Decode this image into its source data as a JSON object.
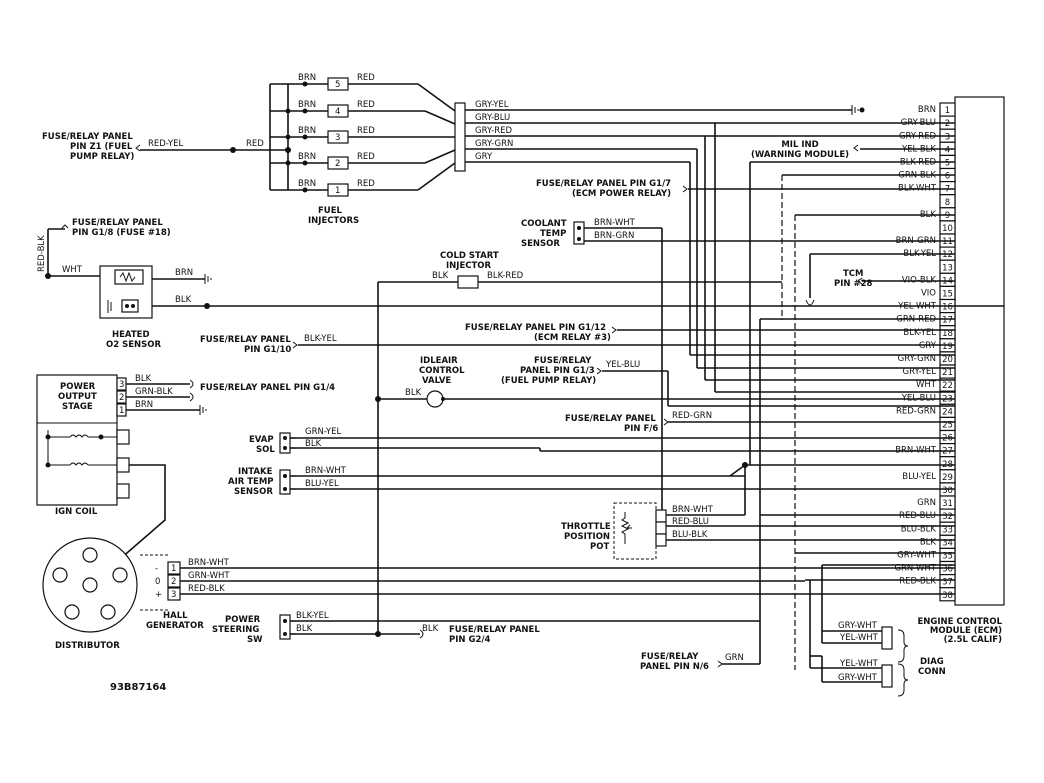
{
  "figure_id": "93B87164",
  "ecm": {
    "title": [
      "ENGINE CONTROL",
      "MODULE (ECM)",
      "(2.5L CALIF)"
    ],
    "pins": [
      {
        "n": "1",
        "wire": "BRN"
      },
      {
        "n": "2",
        "wire": "GRY-BLU"
      },
      {
        "n": "3",
        "wire": "GRY-RED"
      },
      {
        "n": "4",
        "wire": "YEL-BLK"
      },
      {
        "n": "5",
        "wire": "BLK-RED"
      },
      {
        "n": "6",
        "wire": "GRN-BLK"
      },
      {
        "n": "7",
        "wire": "BLK-WHT"
      },
      {
        "n": "8",
        "wire": ""
      },
      {
        "n": "9",
        "wire": "BLK"
      },
      {
        "n": "10",
        "wire": ""
      },
      {
        "n": "11",
        "wire": "BRN-GRN"
      },
      {
        "n": "12",
        "wire": "BLK-YEL"
      },
      {
        "n": "13",
        "wire": ""
      },
      {
        "n": "14",
        "wire": "VIO-BLK"
      },
      {
        "n": "15",
        "wire": "VIO"
      },
      {
        "n": "16",
        "wire": "YEL-WHT"
      },
      {
        "n": "17",
        "wire": "GRN-RED"
      },
      {
        "n": "18",
        "wire": "BLK-YEL"
      },
      {
        "n": "19",
        "wire": "GRY"
      },
      {
        "n": "20",
        "wire": "GRY-GRN"
      },
      {
        "n": "21",
        "wire": "GRY-YEL"
      },
      {
        "n": "22",
        "wire": "WHT"
      },
      {
        "n": "23",
        "wire": "YEL-BLU"
      },
      {
        "n": "24",
        "wire": "RED-GRN"
      },
      {
        "n": "25",
        "wire": ""
      },
      {
        "n": "26",
        "wire": ""
      },
      {
        "n": "27",
        "wire": "BRN-WHT"
      },
      {
        "n": "28",
        "wire": ""
      },
      {
        "n": "29",
        "wire": "BLU-YEL"
      },
      {
        "n": "30",
        "wire": ""
      },
      {
        "n": "31",
        "wire": "GRN"
      },
      {
        "n": "32",
        "wire": "RED-BLU"
      },
      {
        "n": "33",
        "wire": "BLU-BLK"
      },
      {
        "n": "34",
        "wire": "BLK"
      },
      {
        "n": "35",
        "wire": "GRY-WHT"
      },
      {
        "n": "36",
        "wire": "GRN-WHT"
      },
      {
        "n": "37",
        "wire": "RED-BLK"
      },
      {
        "n": "38",
        "wire": ""
      }
    ]
  },
  "labels": {
    "fuse_z1": [
      "FUSE/RELAY PANEL",
      "PIN Z1 (FUEL",
      "PUMP RELAY)"
    ],
    "fuse_z1_wire": "RED-YEL",
    "red": "RED",
    "brn": "BRN",
    "injector_nums": [
      "5",
      "4",
      "3",
      "2",
      "1"
    ],
    "fuel_injectors": [
      "FUEL",
      "INJECTORS"
    ],
    "inj_conn_wires": [
      "GRY-YEL",
      "GRY-BLU",
      "GRY-RED",
      "GRY-GRN",
      "GRY"
    ],
    "fuse_g18": [
      "FUSE/RELAY PANEL",
      "PIN G1/8 (FUSE #18)"
    ],
    "red_blk": "RED-BLK",
    "wht": "WHT",
    "blk": "BLK",
    "heated_o2": [
      "HEATED",
      "O2 SENSOR"
    ],
    "mil": [
      "MIL IND",
      "(WARNING MODULE)"
    ],
    "fuse_g17": [
      "FUSE/RELAY PANEL PIN G1/7",
      "(ECM POWER RELAY)"
    ],
    "coolant": [
      "COOLANT",
      "TEMP",
      "SENSOR"
    ],
    "coolant_wires": [
      "BRN-WHT",
      "BRN-GRN"
    ],
    "cold_start": [
      "COLD START",
      "INJECTOR"
    ],
    "cold_start_wires": [
      "BLK",
      "BLK-RED"
    ],
    "tcm": [
      "TCM",
      "PIN #28"
    ],
    "fuse_g110": [
      "FUSE/RELAY PANEL",
      "PIN G1/10"
    ],
    "fuse_g110_wire": "BLK-YEL",
    "fuse_g112": [
      "FUSE/RELAY PANEL PIN G1/12",
      "(ECM RELAY #3)"
    ],
    "idle_air": [
      "IDLEAIR",
      "CONTROL",
      "VALVE"
    ],
    "fuse_g13": [
      "FUSE/RELAY",
      "PANEL PIN G1/3",
      "(FUEL PUMP RELAY)"
    ],
    "fuse_g13_wire": "YEL-BLU",
    "power_output": [
      "POWER",
      "OUTPUT",
      "STAGE"
    ],
    "pos_pins": [
      "3",
      "2",
      "1"
    ],
    "pos_wires": [
      "BLK",
      "GRN-BLK",
      "BRN"
    ],
    "fuse_g14": "FUSE/RELAY PANEL PIN G1/4",
    "fuse_f6": [
      "FUSE/RELAY PANEL",
      "PIN F/6"
    ],
    "fuse_f6_wire": "RED-GRN",
    "evap": [
      "EVAP",
      "SOL"
    ],
    "evap_wires": [
      "GRN-YEL",
      "BLK"
    ],
    "ign_coil": "IGN COIL",
    "intake": [
      "INTAKE",
      "AIR TEMP",
      "SENSOR"
    ],
    "intake_wires": [
      "BRN-WHT",
      "BLU-YEL"
    ],
    "throttle": [
      "THROTTLE",
      "POSITION",
      "POT"
    ],
    "throttle_wires": [
      "BRN-WHT",
      "RED-BLU",
      "BLU-BLK"
    ],
    "hall_wires": [
      "BRN-WHT",
      "GRN-WHT",
      "RED-BLK"
    ],
    "hall_pins": [
      "1",
      "2",
      "3"
    ],
    "hall_signs": [
      "-",
      "0",
      "+"
    ],
    "distributor": "DISTRIBUTOR",
    "hall_generator": [
      "HALL",
      "GENERATOR"
    ],
    "power_steering": [
      "POWER",
      "STEERING",
      "SW"
    ],
    "ps_wires": [
      "BLK-YEL",
      "BLK"
    ],
    "fuse_g24": [
      "FUSE/RELAY PANEL",
      "PIN G2/4"
    ],
    "fuse_g24_wire": "BLK",
    "fuse_n6": [
      "FUSE/RELAY",
      "PANEL PIN N/6"
    ],
    "fuse_n6_wire": "GRN",
    "diag_wires": [
      "GRY-WHT",
      "YEL-WHT",
      "YEL-WHT",
      "GRY-WHT"
    ],
    "diag_conn": [
      "DIAG",
      "CONN"
    ]
  }
}
